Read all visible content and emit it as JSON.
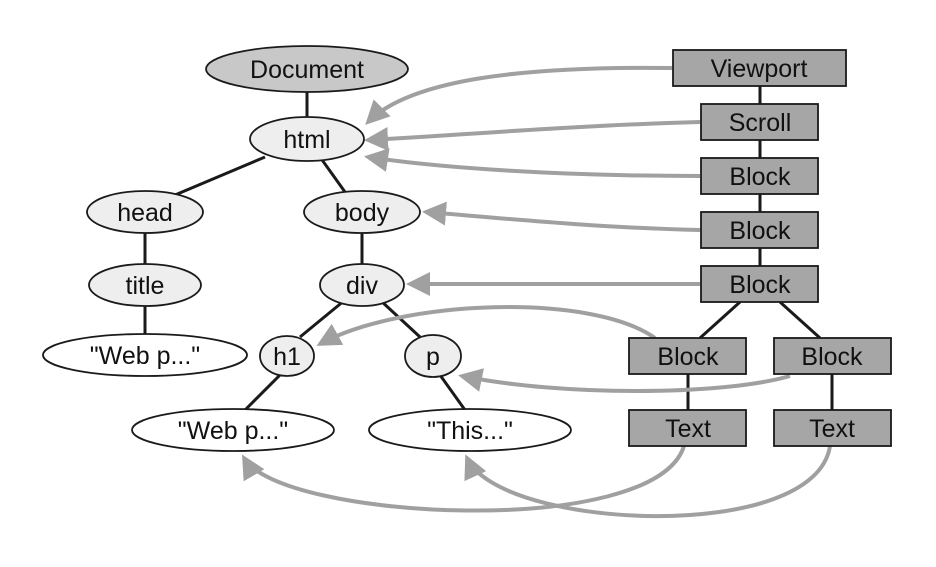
{
  "colors": {
    "document_fill": "#c8c8c8",
    "element_fill": "#eeeeee",
    "text_fill": "#ffffff",
    "box_fill": "#a6a6a6",
    "outline": "#1a1a1a",
    "reference_arrow": "#a0a0a0"
  },
  "dom_tree": {
    "document": "Document",
    "html": "html",
    "head": "head",
    "body": "body",
    "title": "title",
    "div": "div",
    "title_text": "\"Web p...\"",
    "h1": "h1",
    "p": "p",
    "h1_text": "\"Web p...\"",
    "p_text": "\"This...\""
  },
  "render_tree": {
    "viewport": "Viewport",
    "scroll": "Scroll",
    "block_html": "Block",
    "block_body": "Block",
    "block_div": "Block",
    "block_h1": "Block",
    "block_p": "Block",
    "text_h1": "Text",
    "text_p": "Text"
  }
}
